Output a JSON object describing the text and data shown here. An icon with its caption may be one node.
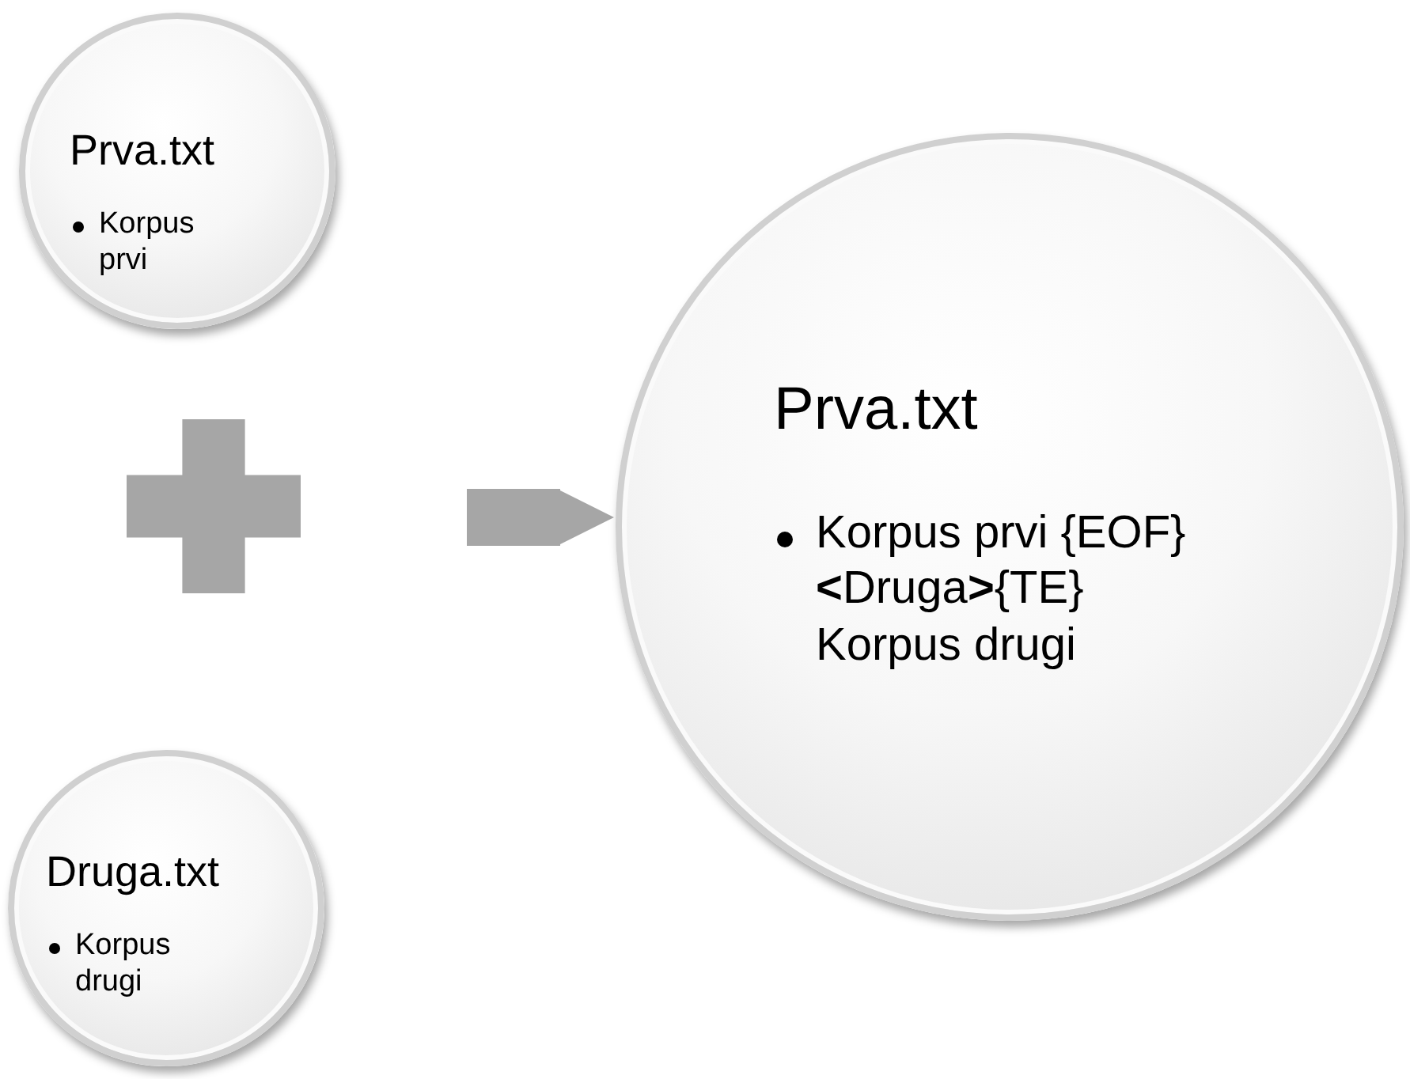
{
  "diagram": {
    "nodes": [
      {
        "text": [
          "Prva.txt",
          "Korpus prvi"
        ]
      },
      {
        "text": [],
        "shape": "cross"
      },
      {
        "text": [
          "Druga.txt",
          "Korpus drugi"
        ]
      },
      {
        "text": [
          "Prva.txt",
          "Korpus prvi {EOF}**<**Druga**>**{TE} Korpus drugi"
        ]
      }
    ],
    "edges": [
      {
        "from": null,
        "to": 3,
        "arrow": "to"
      }
    ]
  }
}
